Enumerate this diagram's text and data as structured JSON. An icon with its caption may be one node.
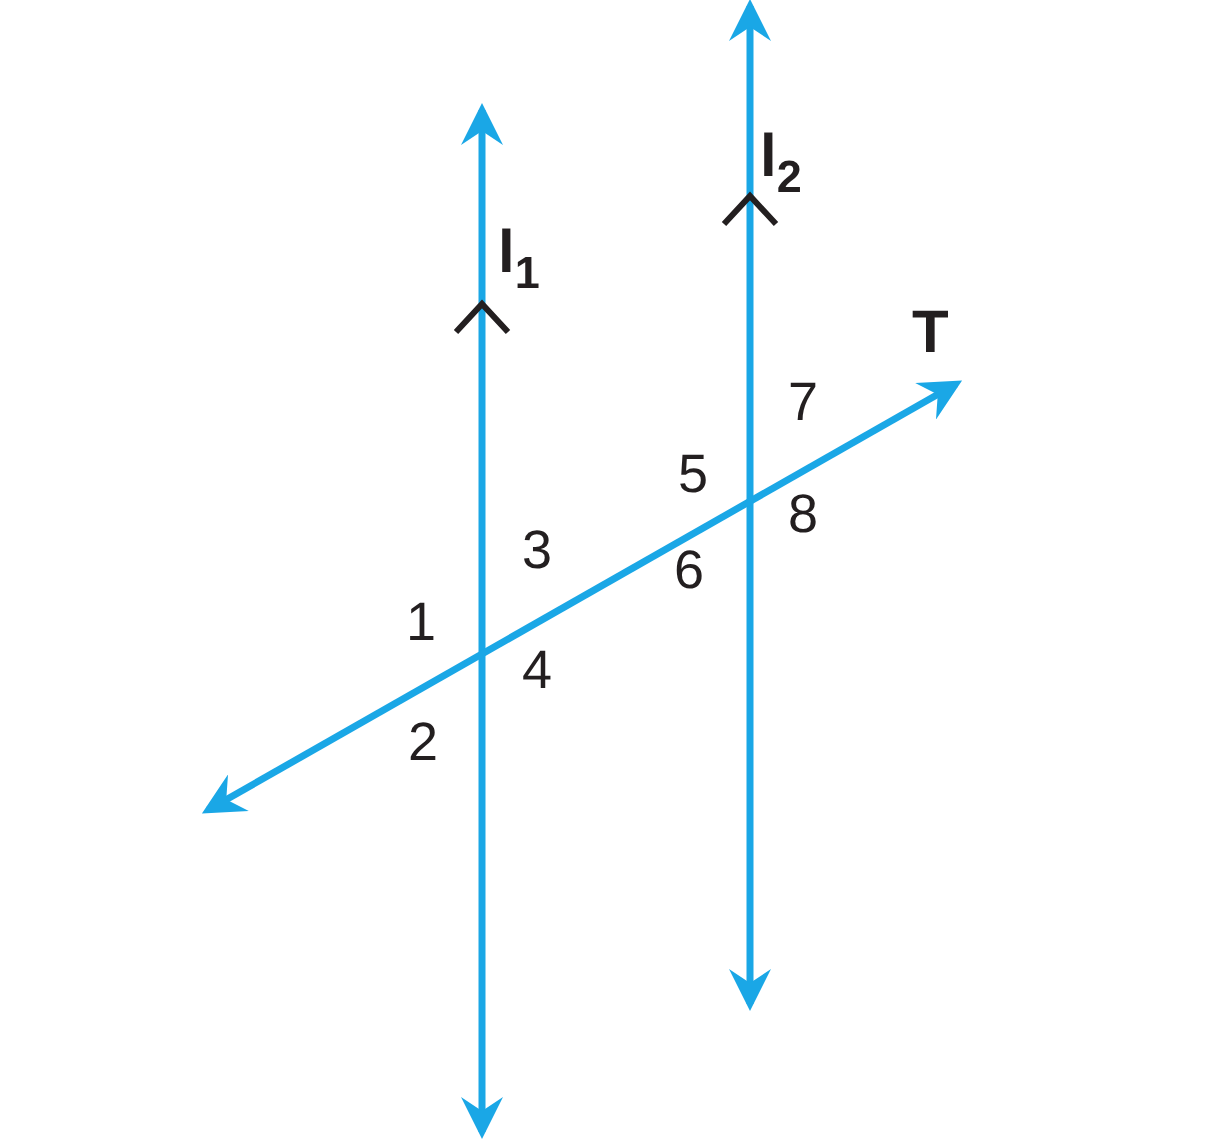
{
  "diagram": {
    "labels": [
      "l$_{1}$",
      "l$_{2}$",
      "T",
      "1",
      "2",
      "3",
      "4",
      "5",
      "6",
      "7",
      "8"
    ]
  }
}
